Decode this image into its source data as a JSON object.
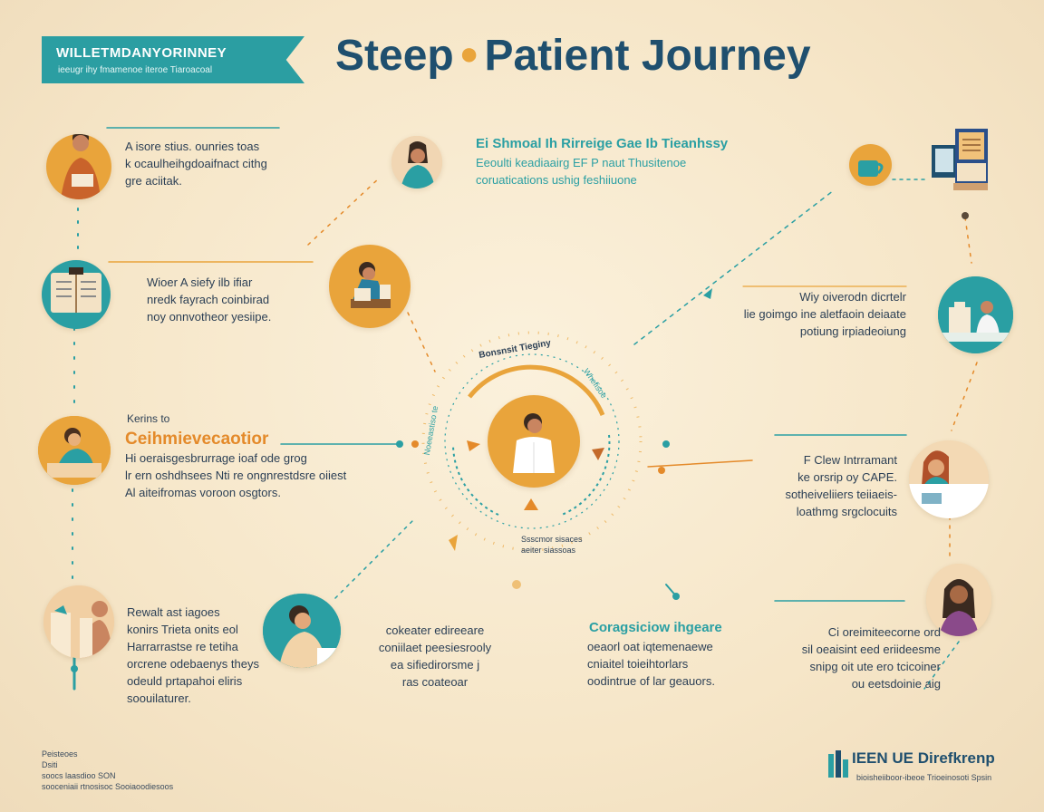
{
  "header": {
    "banner_title": "WILLETMDANYORINNEY",
    "banner_subtitle": "ieeugr ihy fmamenoe iteroe Tiaroacoal",
    "title_left": "Steep",
    "title_right": "Patient Journey"
  },
  "steps": {
    "s1": {
      "text": "A isore stius. ounries toas\nk ocaulheihgdoaifnact cithg\ngre aciitak."
    },
    "s2": {
      "text": "Wioer A siefy ilb ifiar\nnredk fayrach coinbirad\nnoy onnvotheor yesiipe."
    },
    "s3": {
      "label": "Kerins to",
      "heading": "Ceihmievecaotior",
      "text": "Hi oeraisgesbrurrage ioaf ode grog\nlr ern oshdhsees Nti re ongnrestdsre oiiest\nAl aiteifromas voroon osgtors."
    },
    "s4": {
      "text": "Rewalt ast iagoes\nkonirs Trieta onits eol\nHarrarrastse re tetiha\norcrene odebaenys theys\nodeuld prtapahoi eliris\nsoouilaturer."
    },
    "s5": {
      "heading": "Ei Shmoal Ih Rirreige Gae Ib Tieanhssy",
      "text": "Eeoulti keadiaairg EF P naut Thusitenoe\ncoruatications ushig feshiiuone"
    },
    "s6": {
      "text": "Wiy oiverodn dicrtelr\nlie goimgo ine aletfaoin deiaate\npotiung irpiadeoiung"
    },
    "s7": {
      "text": "F Clew Intrramant\nke orsrip oy CAPE.\nsotheiveliiers teiiaeis-\nloathmg srgclocuits"
    },
    "s8": {
      "text": "Ci oreimiteecorne ord\nsil oeaisint eed eriideesme\nsnipg oit ute ero tcicoiner\nou eetsdoinie aig"
    },
    "s9": {
      "heading": "Coragsiciow ihgeare",
      "text": "oeaorl oat iqtemenaewe\ncniaitel toieihtorlars\noodintrue of lar geauors."
    },
    "s10": {
      "text": "cokeater edireeare\nconiilaet peesiesrooly\nea sifiedirorsme j\nras coateoar"
    }
  },
  "center": {
    "arc_top": "Bonsnsit Tieginy",
    "arc_left": "Noeeastiso te",
    "arc_right": "Whefisoe",
    "arc_bottom": "Ssscmor sisaces",
    "arc_bottom2": "aeiter siassoas"
  },
  "footer": {
    "left_text": "Peisteoes\nDsiti\nsoocs laasdioo SON\nsooceniaii rtnosisoc Sooiaoodiesoos",
    "logo": "IEEN UE Direfkrenp",
    "logo_sub": "bioisheiiboor-ibeoe Trioeinosoti Spsin"
  },
  "colors": {
    "teal": "#2a9fa3",
    "orange": "#e9a43b",
    "navy": "#1f4f6e",
    "background": "#f6e6c8"
  }
}
